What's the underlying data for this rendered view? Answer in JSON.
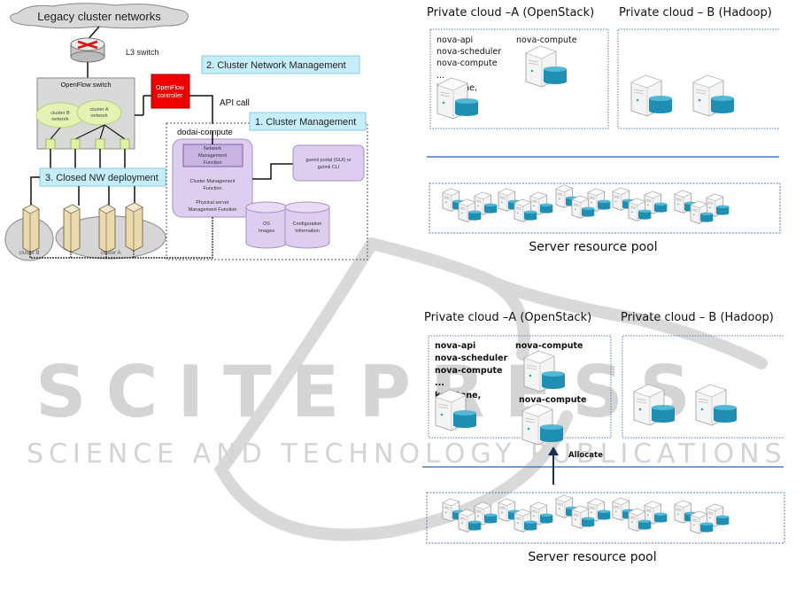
{
  "left_diagram": {
    "legacy_cloud_label": "Legacy cluster networks",
    "l3_switch_label": "L3 switch",
    "openflow_switch_label": "OpenFlow switch",
    "cluster_b_network": [
      "cluster B",
      "network"
    ],
    "cluster_a_network": [
      "cluster A",
      "network"
    ],
    "openflow_controller": [
      "OpenFlow",
      "controller"
    ],
    "api_call_label": "API call",
    "cluster_network_mgmt_label": "2. Cluster Network Management",
    "cluster_mgmt_label": "1. Cluster Management",
    "closed_nw_label": "3. Closed NW deployment",
    "dodai_compute_label": "dodai-compute",
    "network_mgmt_function": [
      "Network",
      "Management",
      "Function"
    ],
    "cluster_mgmt_function": [
      "Cluster Management",
      "Function"
    ],
    "physical_server_function": [
      "Physical server",
      "Management Function"
    ],
    "gunnii_portal": [
      "gunnii portal (GUI) or",
      "gunnii CLI"
    ],
    "os_images": [
      "OS",
      "Images"
    ],
    "config_info": [
      "Configuration",
      "Information"
    ],
    "cluster_b_label": "cluster B",
    "cluster_a_label": "cluster A"
  },
  "right_top": {
    "cloud_a_title": "Private cloud –A (OpenStack)",
    "cloud_b_title": "Private cloud – B (Hadoop)",
    "cloud_a_services": [
      "nova-api",
      "nova-scheduler",
      "nova-compute",
      "...",
      "keystone,"
    ],
    "cloud_a_node_label": "nova-compute",
    "pool_label": "Server resource pool"
  },
  "right_bottom": {
    "cloud_a_title": "Private cloud –A (OpenStack)",
    "cloud_b_title": "Private cloud – B (Hadoop)",
    "cloud_a_services": [
      "nova-api",
      "nova-scheduler",
      "nova-compute",
      "...",
      "keystone,"
    ],
    "cloud_a_node_label": "nova-compute",
    "cloud_a_node2_label": "nova-compute",
    "allocate_label": "Allocate",
    "pool_label": "Server resource pool"
  },
  "watermark": {
    "main": "SCITEPRESS",
    "sub": "SCIENCE AND TECHNOLOGY PUBLICATIONS"
  },
  "colors": {
    "controller_red": "#ee0000",
    "callout_blue": "#c6eefa",
    "purple_fn": "#d9c8ec",
    "divider_blue": "#4a7ebb",
    "disk_teal": "#2d9fc4",
    "watermark_gray": "#d4d4d4"
  }
}
